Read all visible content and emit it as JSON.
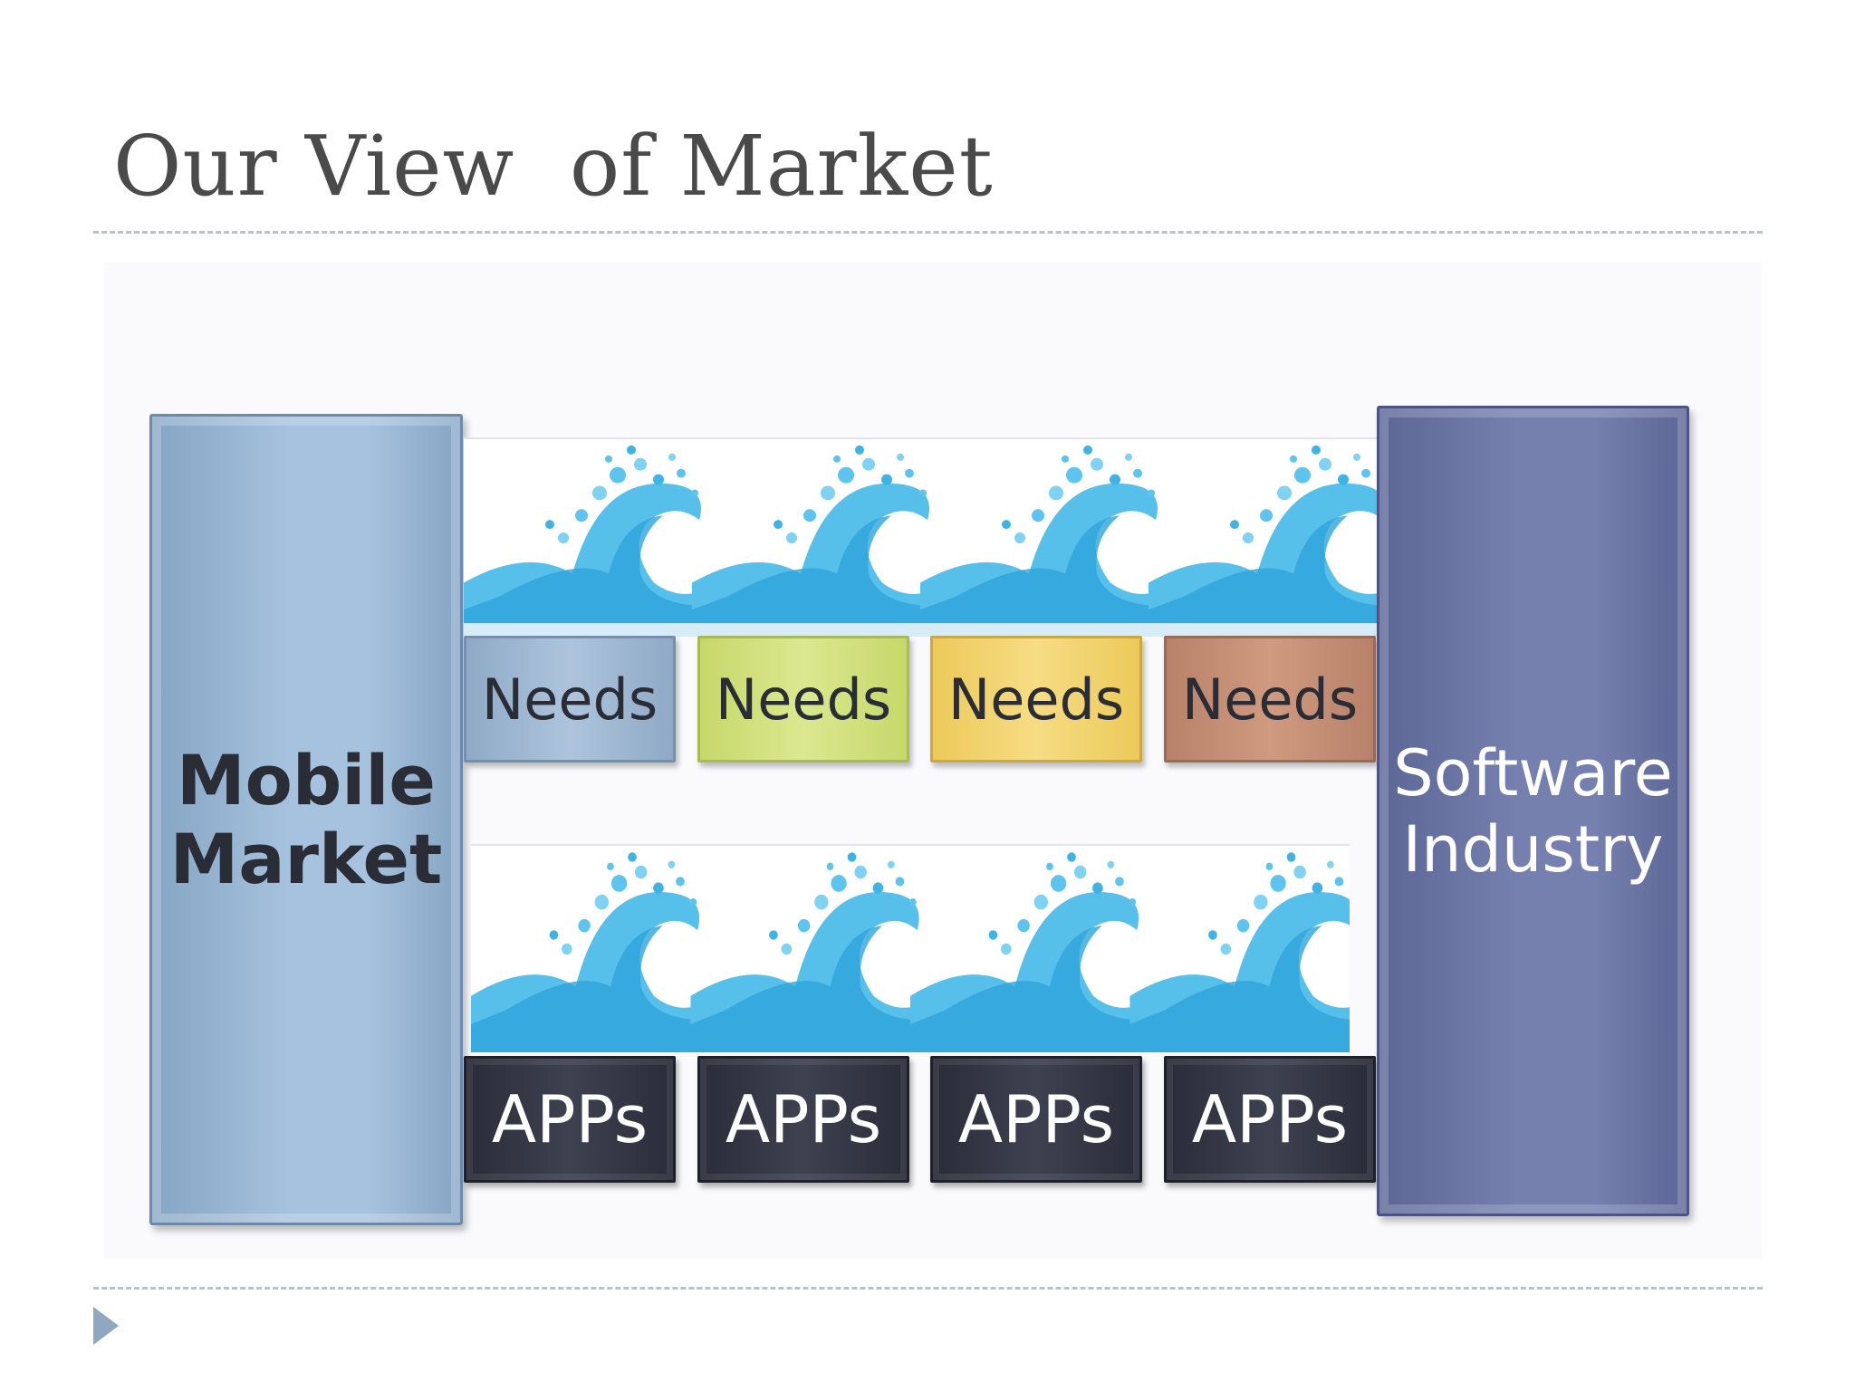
{
  "slide": {
    "title": "Our View  of Market"
  },
  "diagram": {
    "left_pillar": {
      "line1": "Mobile",
      "line2": "Market"
    },
    "right_pillar": {
      "line1": "Software",
      "line2": "Industry"
    },
    "needs": [
      "Needs",
      "Needs",
      "Needs",
      "Needs"
    ],
    "apps": [
      "APPs",
      "APPs",
      "APPs",
      "APPs"
    ]
  },
  "colors": {
    "needs_1": "#adc4dc",
    "needs_2": "#dbe890",
    "needs_3": "#f6dc84",
    "needs_4": "#cf9a80",
    "apps": "#3e4150",
    "left_pillar": "#a6c2de",
    "right_pillar": "#7580ae",
    "wave": "#3fb3e3"
  }
}
